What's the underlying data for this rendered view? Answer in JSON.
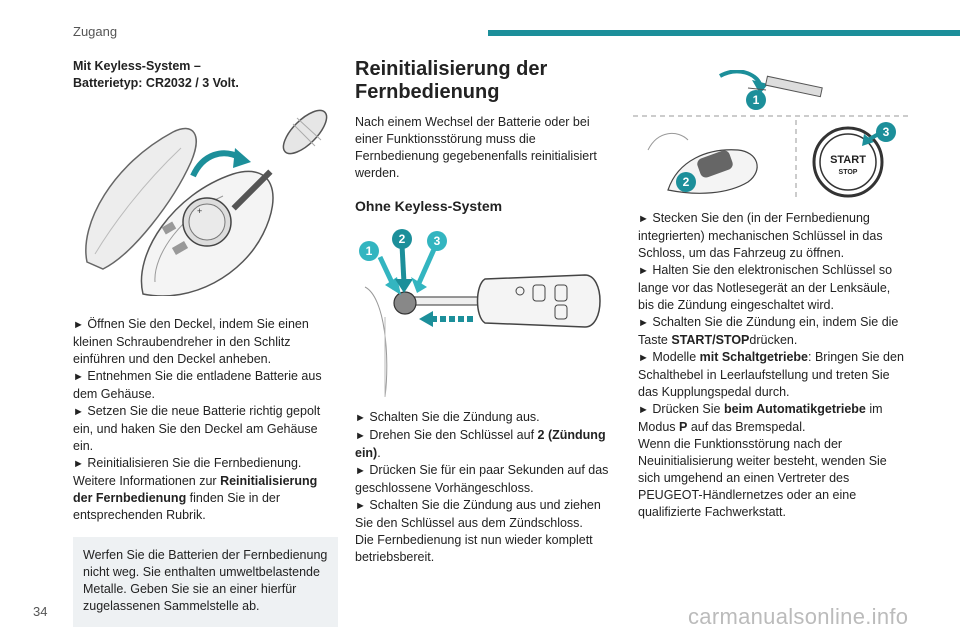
{
  "header": {
    "section_label": "Zugang"
  },
  "footer": {
    "page_number": "34",
    "watermark": "carmanualsonline.info"
  },
  "colors": {
    "accent": "#1c8f9a",
    "notice_bg": "#eef1f3",
    "callout": "#33b5c0"
  },
  "left": {
    "subtitle_line1": "Mit Keyless-System –",
    "subtitle_line2": "Batterietyp: CR2032 / 3 Volt.",
    "steps": [
      "Öffnen Sie den Deckel, indem Sie einen kleinen Schraubendreher in den Schlitz einführen und den Deckel anheben.",
      "Entnehmen Sie die entladene Batterie aus dem Gehäuse.",
      "Setzen Sie die neue Batterie richtig gepolt ein, und haken Sie den Deckel am Gehäuse ein.",
      "Reinitialisieren Sie die Fernbedienung."
    ],
    "more_info_pre": "Weitere Informationen zur ",
    "more_info_bold": "Reinitialisierung der Fernbedienung",
    "more_info_post": " finden Sie in der entsprechenden Rubrik.",
    "notice": "Werfen Sie die Batterien der Fernbedienung nicht weg. Sie enthalten umweltbelastende Metalle. Geben Sie sie an einer hierfür zugelassenen Sammelstelle ab."
  },
  "middle": {
    "title_line1": "Reinitialisierung der",
    "title_line2": "Fernbedienung",
    "intro": "Nach einem Wechsel der Batterie oder bei einer Funktionsstörung muss die Fernbedienung gegebenenfalls reinitialisiert werden.",
    "subheading": "Ohne Keyless-System",
    "callouts": [
      "1",
      "2",
      "3"
    ],
    "step1": "Schalten Sie die Zündung aus.",
    "step2_pre": "Drehen Sie den Schlüssel auf ",
    "step2_bold": "2 (Zündung ein)",
    "step2_post": ".",
    "step3": "Drücken Sie für ein paar Sekunden auf das geschlossene Vorhängeschloss.",
    "step4": "Schalten Sie die Zündung aus und ziehen Sie den Schlüssel aus dem Zündschloss.",
    "closing": "Die Fernbedienung ist nun wieder komplett betriebsbereit."
  },
  "right": {
    "callouts": [
      "1",
      "2",
      "3"
    ],
    "start_label": "START",
    "stop_label": "STOP",
    "step1": "Stecken Sie den (in der Fernbedienung integrierten) mechanischen Schlüssel in das Schloss, um das Fahrzeug zu öffnen.",
    "step2": "Halten Sie den elektronischen Schlüssel so lange vor das Notlesegerät an der Lenksäule, bis die Zündung eingeschaltet wird.",
    "step3_pre": "Schalten Sie die Zündung ein, indem Sie die Taste ",
    "step3_bold": "START/STOP",
    "step3_post": "drücken.",
    "step4_pre": "Modelle ",
    "step4_bold": "mit Schaltgetriebe",
    "step4_post": ": Bringen Sie den Schalthebel in Leerlaufstellung und treten Sie das Kupplungspedal durch.",
    "step5_pre": "Drücken Sie ",
    "step5_bold": "beim Automatikgetriebe",
    "step5_mid": " im Modus ",
    "step5_bold2": "P",
    "step5_post": " auf das Bremspedal.",
    "closing": "Wenn die Funktionsstörung nach der Neuinitialisierung weiter besteht, wenden Sie sich umgehend an einen Vertreter des PEUGEOT-Händlernetzes oder an eine qualifizierte Fachwerkstatt."
  },
  "symbols": {
    "step_arrow": "►"
  }
}
